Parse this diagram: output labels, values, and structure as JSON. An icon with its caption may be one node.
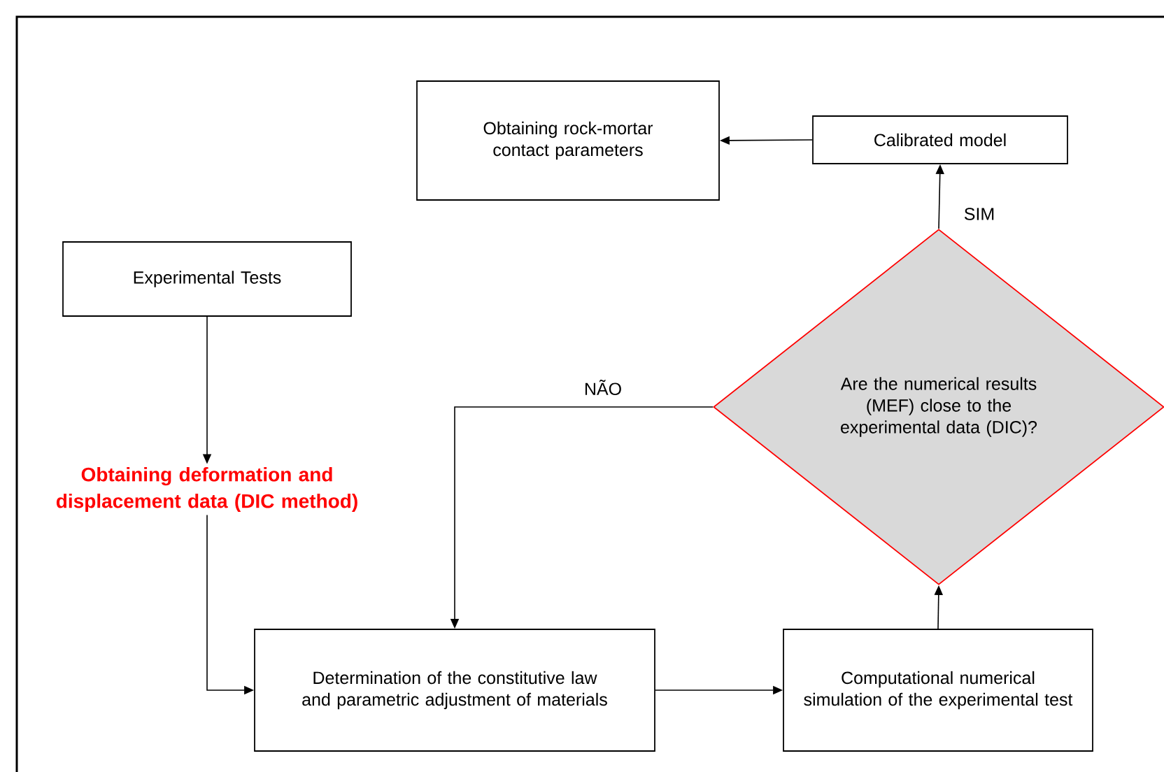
{
  "diagram": {
    "nodes": [
      {
        "text": [
          "Obtaining rock-mortar contact parameters"
        ]
      },
      {
        "text": [
          "Calibrated model"
        ]
      },
      {
        "text": [
          "Experimental Tests"
        ]
      },
      {
        "text": [
          "Obtaining deformation and displacement data (DIC method)"
        ]
      },
      {
        "text": [
          "Are the numerical results (MEF) close to the experimental data (DIC)?"
        ]
      },
      {
        "text": [
          "Determination of the constitutive law and parametric adjustment of materials"
        ]
      },
      {
        "text": [
          "Computational numerical simulation of the experimental test"
        ]
      }
    ],
    "edges": [
      {
        "from": 2,
        "to": 3,
        "arrow": "to"
      },
      {
        "from": 3,
        "to": 5,
        "arrow": "to"
      },
      {
        "from": 5,
        "to": 6,
        "arrow": "to"
      },
      {
        "from": 6,
        "to": 4,
        "arrow": "to"
      },
      {
        "from": 4,
        "to": 1,
        "arrow": "to",
        "label": "SIM"
      },
      {
        "from": 1,
        "to": 0,
        "arrow": "to"
      },
      {
        "from": 4,
        "to": 5,
        "arrow": "to",
        "label": "NÃO"
      }
    ]
  }
}
